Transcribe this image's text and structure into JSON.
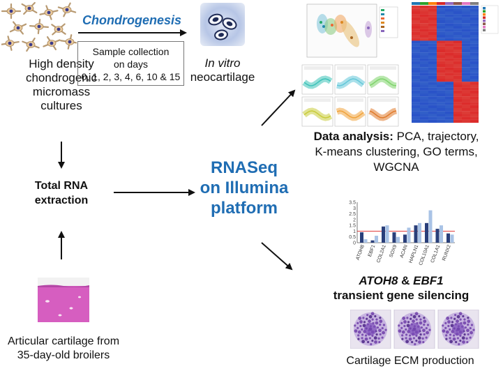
{
  "colors": {
    "accent_blue": "#1f6db3",
    "arrow": "#111111",
    "cartilage_pink": "#d65ec0",
    "cell_purple": "#6e3ea8"
  },
  "steps": {
    "micromass": {
      "icon": "stellate-cells-icon",
      "lines": [
        "High density",
        "chondrogenic",
        "micromass",
        "cultures"
      ]
    },
    "chondrogenesis_label": "Chondrogenesis",
    "sample_collection": {
      "lines": [
        "Sample collection",
        "on days",
        "0, 1, 2, 3, 4, 6, 10 & 15"
      ]
    },
    "neocartilage": {
      "icon": "neocartilage-cells-icon",
      "line1_italic": "In vitro",
      "line2": "neocartilage"
    },
    "total_rna": {
      "lines": [
        "Total RNA",
        "extraction"
      ]
    },
    "rnaseq": {
      "lines": [
        "RNASeq",
        "on Illumina",
        "platform"
      ]
    },
    "articular": {
      "icon": "cartilage-histology-icon",
      "lines": [
        "Articular cartilage from",
        "35-day-old broilers"
      ]
    },
    "data_analysis": {
      "icons": [
        "pca-plot-icon",
        "cluster-trajectory-icon",
        "heatmap-icon"
      ],
      "bold_prefix": "Data analysis:",
      "text_line1": " PCA, trajectory,",
      "lines": [
        "K-means clustering, GO terms,",
        "WGCNA"
      ]
    },
    "silencing": {
      "icon": "expression-bar-chart-icon",
      "gene1": "ATOH8",
      "amp": " & ",
      "gene2": "EBF1",
      "line2": "transient gene silencing"
    },
    "ecm": {
      "icon": "stained-micromass-icon",
      "label": "Cartilage ECM production"
    }
  },
  "mini_chart": {
    "y_ticks": [
      "0",
      "0.5",
      "1",
      "1.5",
      "2",
      "2.5",
      "3",
      "3.5"
    ],
    "genes": [
      "ATOH8",
      "EBF1",
      "COL2A1",
      "SOX9",
      "ACAN",
      "HAPLN1",
      "COL10A1",
      "COL1A1",
      "RUNX2"
    ]
  }
}
